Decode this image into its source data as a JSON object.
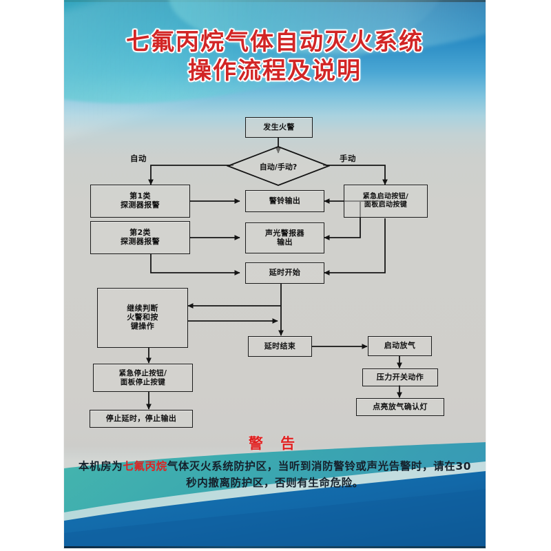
{
  "poster": {
    "title": {
      "line1": "七氟丙烷气体自动灭火系统",
      "line2": "操作流程及说明",
      "color": "#d22525"
    },
    "theme": {
      "header_blue": "#1e79b4",
      "teal": "#2dafbe",
      "body_grey": "#d0d0cc",
      "warning_red": "#e02020",
      "line_black": "#1a1a1a"
    }
  },
  "flowchart": {
    "nodes": [
      {
        "id": "fire",
        "label": "发生火警",
        "lines": [
          "发生火警"
        ]
      },
      {
        "id": "decision",
        "label": "自动/手动?",
        "lines": [
          "自动/手动?"
        ]
      },
      {
        "id": "det1",
        "label": "第1类探测器报警",
        "lines": [
          "第1类",
          "探测器报警"
        ]
      },
      {
        "id": "bell",
        "label": "警铃输出",
        "lines": [
          "警铃输出"
        ]
      },
      {
        "id": "manual_btn",
        "label": "紧急启动按钮/面板启动按键",
        "lines": [
          "紧急启动按钮/",
          "面板启动按键"
        ]
      },
      {
        "id": "det2",
        "label": "第2类探测器报警",
        "lines": [
          "第2类",
          "探测器报警"
        ]
      },
      {
        "id": "sound_light",
        "label": "声光警报器输出",
        "lines": [
          "声光警报器",
          "输出"
        ]
      },
      {
        "id": "delay_start",
        "label": "延时开始",
        "lines": [
          "延时开始"
        ]
      },
      {
        "id": "keep_judge",
        "label": "继续判断火警和按键操作",
        "lines": [
          "继续判断",
          "火警和按",
          "键操作"
        ]
      },
      {
        "id": "delay_end",
        "label": "延时结束",
        "lines": [
          "延时结束"
        ]
      },
      {
        "id": "start_gas",
        "label": "启动放气",
        "lines": [
          "启动放气"
        ]
      },
      {
        "id": "stop_btn",
        "label": "紧急停止按钮/面板停止按键",
        "lines": [
          "紧急停止按钮/",
          "面板停止按键"
        ]
      },
      {
        "id": "press_sw",
        "label": "压力开关动作",
        "lines": [
          "压力开关动作"
        ]
      },
      {
        "id": "stop_delay",
        "label": "停止延时，停止输出",
        "lines": [
          "停止延时，停止输出"
        ]
      },
      {
        "id": "light_lamp",
        "label": "点亮放气确认灯",
        "lines": [
          "点亮放气确认灯"
        ]
      }
    ],
    "edge_labels": {
      "auto": "自动",
      "manual": "手动"
    }
  },
  "warning": {
    "heading": "警 告",
    "body_before": "本机房为",
    "body_highlight": "七氟丙烷",
    "body_after": "气体灭火系统防护区，当听到消防警铃或声光告警时，请在30秒内撤离防护区，否则有生命危险。",
    "full_text": "本机房为七氟丙烷气体灭火系统防护区，当听到消防警铃或声光告警时，请在30秒内撤离防护区，否则有生命危险。"
  }
}
